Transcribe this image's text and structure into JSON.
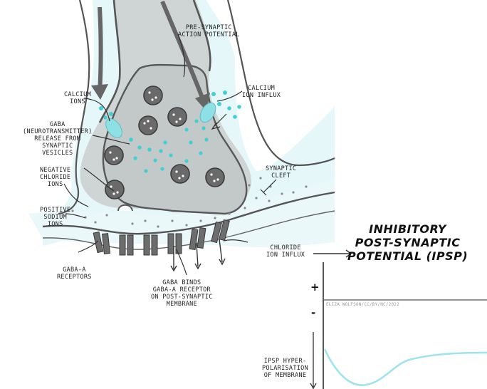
{
  "labels": {
    "pre_synaptic": [
      "PRE-SYNAPTIC",
      "ACTION POTENTIAL"
    ],
    "calcium_ions": [
      "CALCIUM",
      "IONS"
    ],
    "calcium_influx": [
      "CALCIUM",
      "ION INFLUX"
    ],
    "gaba_title": "GABA",
    "gaba_release": [
      "(NEUROTRANSMITTER)",
      "RELEASE FROM",
      "SYNAPTIC",
      "VESICLES"
    ],
    "negative_chloride": [
      "NEGATIVE",
      "CHLORIDE",
      "IONS"
    ],
    "positive_sodium": [
      "POSITIVE",
      "SODIUM",
      "IONS"
    ],
    "synaptic_cleft": [
      "SYNAPTIC",
      "CLEFT"
    ],
    "chloride_influx": [
      "CHLORIDE",
      "ION INFLUX"
    ],
    "gaba_a_receptors": [
      "GABA-A",
      "RECEPTORS"
    ],
    "gaba_binds": [
      "GABA BINDS",
      "GABA-A RECEPTOR",
      "ON POST-SYNAPTIC",
      "MEMBRANE"
    ],
    "ipsp_title": [
      "INHIBITORY",
      "POST-SYNAPTIC",
      "POTENTIAL (IPSP)"
    ],
    "plus_sign": "+",
    "minus_sign": "-",
    "ipsp_hyper": [
      "IPSP HYPER-",
      "POLARISATION",
      "OF MEMBRANE"
    ],
    "credit": "ELIZA WOLFSON/CC/BY/NC/2022"
  },
  "colors": {
    "outline": "#555555",
    "terminal_fill": "#d2d6d6",
    "cytoplasm_fill": "#c6cbcb",
    "cyan_ion": "#3fd0d6",
    "halo": "#dff5f8",
    "receptor": "#6d6d6d",
    "trace": "#9fe3ee"
  },
  "icons": [
    "down-arrow-icon",
    "right-arrow-icon"
  ]
}
